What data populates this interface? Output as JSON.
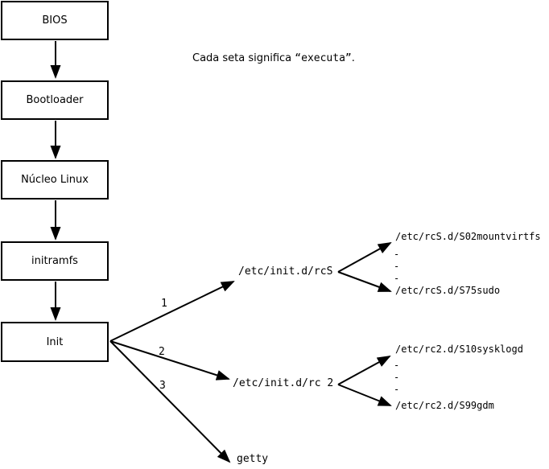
{
  "caption": {
    "prefix": "Cada seta significa ",
    "literal": "“executa”",
    "suffix": "."
  },
  "flow_boxes": [
    {
      "id": "bios",
      "label": "BIOS"
    },
    {
      "id": "bootloader",
      "label": "Bootloader"
    },
    {
      "id": "kernel",
      "label": "Núcleo Linux"
    },
    {
      "id": "initramfs",
      "label": "initramfs"
    },
    {
      "id": "init",
      "label": "Init"
    }
  ],
  "init_targets": [
    {
      "number": "1",
      "label": "/etc/init.d/rcS",
      "first_child": "/etc/rcS.d/S02mountvirtfs",
      "last_child": "/etc/rcS.d/S75sudo"
    },
    {
      "number": "2",
      "label": "/etc/init.d/rc 2",
      "first_child": "/etc/rc2.d/S10sysklogd",
      "last_child": "/etc/rc2.d/S99gdm"
    },
    {
      "number": "3",
      "label": "getty"
    }
  ],
  "ellipsis_mark": "-",
  "colors": {
    "background": "#ffffff",
    "line": "#000000",
    "text": "#000000"
  }
}
